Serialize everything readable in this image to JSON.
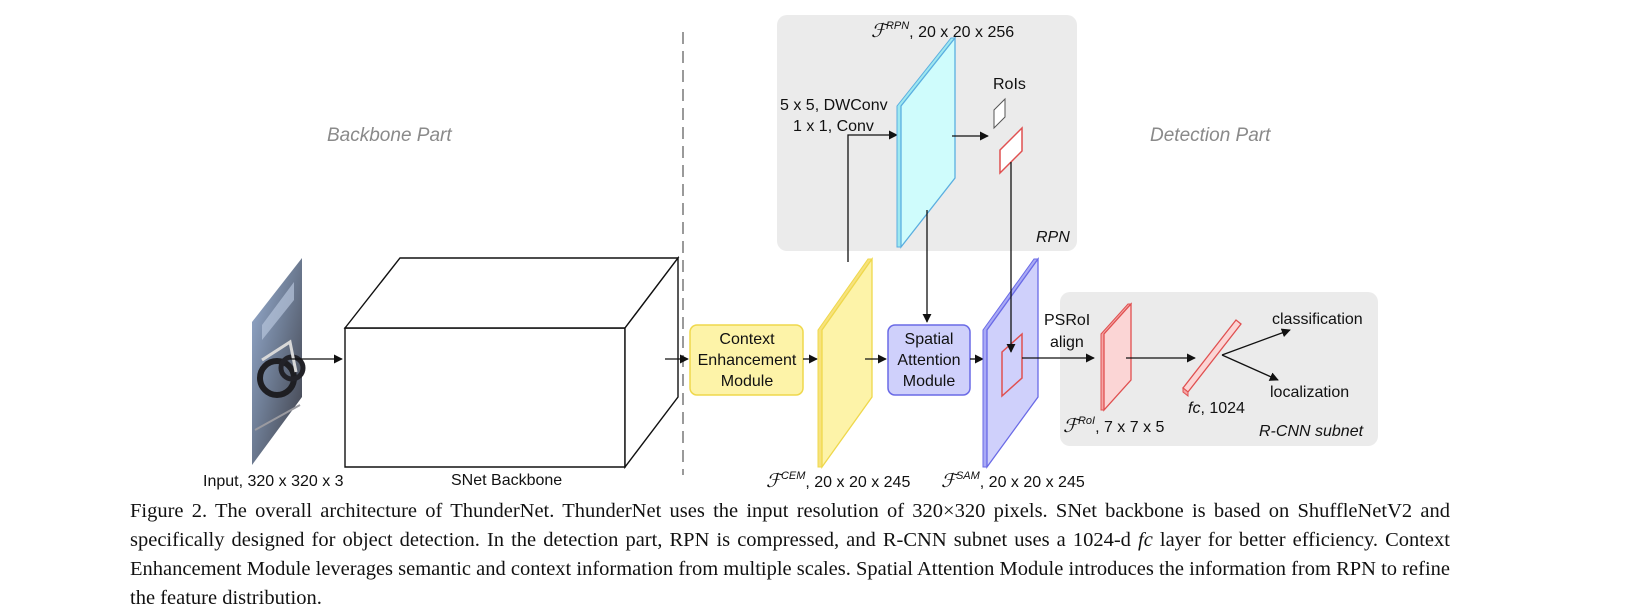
{
  "sections": {
    "backbone": "Backbone Part",
    "detection": "Detection Part"
  },
  "input": {
    "label": "Input, 320 x 320 x 3"
  },
  "backbone": {
    "label": "SNet Backbone"
  },
  "cem": {
    "lines": [
      "Context",
      "Enhancement",
      "Module"
    ],
    "feature_name": "CEM",
    "feature_dims": ", 20 x 20 x 245"
  },
  "sam": {
    "lines": [
      "Spatial",
      "Attention",
      "Module"
    ],
    "feature_name": "SAM",
    "feature_dims": ", 20 x 20 x 245"
  },
  "rpn": {
    "conv_line1": "5 x 5, DWConv",
    "conv_line2": "1 x 1, Conv",
    "feature_name": "RPN",
    "feature_dims": ", 20 x 20 x 256",
    "rois": "RoIs",
    "panel_label": "RPN"
  },
  "rcnn": {
    "psroi_line1": "PSRoI",
    "psroi_line2": "align",
    "feature_name": "RoI",
    "feature_dims": ", 7 x 7 x 5",
    "fc_name": "fc",
    "fc_dims": ", 1024",
    "classification": "classification",
    "localization": "localization",
    "panel_label": "R-CNN subnet"
  },
  "script_f": "ℱ",
  "caption": {
    "lead": "Figure 2.  The overall architecture of ThunderNet. ThunderNet uses the input resolution of 320×320 pixels. SNet backbone is based on ShuffleNetV2 and specifically designed for object detection. In the detection part, RPN is compressed, and R-CNN subnet uses a 1024-d ",
    "fc": "fc",
    "tail": " layer for better efficiency.  Context Enhancement Module leverages semantic and context information from multiple scales.  Spatial Attention Module introduces the information from RPN to refine the feature distribution."
  },
  "colors": {
    "panel": "#ebebeb",
    "cem_fill": "#fdf3a8",
    "cem_stroke": "#efd84c",
    "sam_fill": "#cfd0fb",
    "sam_stroke": "#6a6ae6",
    "rpn_fill": "#cffcfc",
    "rpn_stroke": "#5aaee0",
    "roi_stroke": "#e05050",
    "roi_fill": "#fbd5d5"
  }
}
